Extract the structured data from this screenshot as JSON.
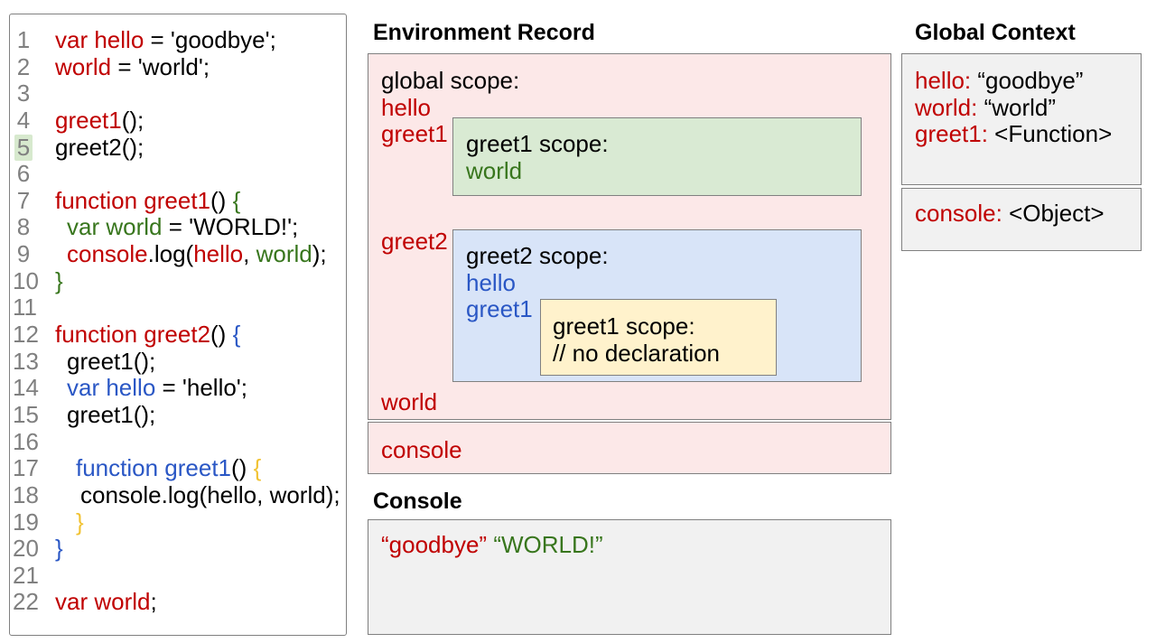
{
  "colors": {
    "red": "#c00000",
    "green": "#38761d",
    "blue": "#2a57c5",
    "yellow": "#f1c232",
    "gray": "#808080",
    "border": "#808080",
    "pink_bg": "#fce8e8",
    "green_bg": "#d9ead3",
    "blue_bg": "#d8e4f8",
    "yellow_bg": "#fff2cc",
    "gray_bg": "#f1f1f1",
    "highlight_bg": "#d7e9ce"
  },
  "code_editor": {
    "highlighted_line": "5",
    "lines": [
      {
        "n": "1",
        "indent": 0,
        "segments": [
          {
            "color": "red",
            "text": "var hello"
          },
          {
            "color": "black",
            "text": " = 'goodbye';"
          }
        ]
      },
      {
        "n": "2",
        "indent": 0,
        "segments": [
          {
            "color": "red",
            "text": "world"
          },
          {
            "color": "black",
            "text": " = 'world';"
          }
        ]
      },
      {
        "n": "3",
        "indent": 0,
        "segments": []
      },
      {
        "n": "4",
        "indent": 0,
        "segments": [
          {
            "color": "red",
            "text": "greet1"
          },
          {
            "color": "black",
            "text": "();"
          }
        ]
      },
      {
        "n": "5",
        "indent": 0,
        "segments": [
          {
            "color": "black",
            "text": "greet2();"
          }
        ]
      },
      {
        "n": "6",
        "indent": 0,
        "segments": []
      },
      {
        "n": "7",
        "indent": 0,
        "segments": [
          {
            "color": "red",
            "text": "function greet1"
          },
          {
            "color": "black",
            "text": "() "
          },
          {
            "color": "green",
            "text": "{"
          }
        ]
      },
      {
        "n": "8",
        "indent": 1,
        "segments": [
          {
            "color": "green",
            "text": "var world"
          },
          {
            "color": "black",
            "text": " = 'WORLD!';"
          }
        ]
      },
      {
        "n": "9",
        "indent": 1,
        "segments": [
          {
            "color": "red",
            "text": "console"
          },
          {
            "color": "black",
            "text": ".log("
          },
          {
            "color": "red",
            "text": "hello"
          },
          {
            "color": "black",
            "text": ", "
          },
          {
            "color": "green",
            "text": "world"
          },
          {
            "color": "black",
            "text": ");"
          }
        ]
      },
      {
        "n": "10",
        "indent": 0,
        "segments": [
          {
            "color": "green",
            "text": "}"
          }
        ]
      },
      {
        "n": "11",
        "indent": 0,
        "segments": []
      },
      {
        "n": "12",
        "indent": 0,
        "segments": [
          {
            "color": "red",
            "text": "function greet2"
          },
          {
            "color": "black",
            "text": "() "
          },
          {
            "color": "blue",
            "text": "{"
          }
        ]
      },
      {
        "n": "13",
        "indent": 1,
        "segments": [
          {
            "color": "black",
            "text": "greet1();"
          }
        ]
      },
      {
        "n": "14",
        "indent": 1,
        "segments": [
          {
            "color": "blue",
            "text": "var hello"
          },
          {
            "color": "black",
            "text": " = 'hello';"
          }
        ]
      },
      {
        "n": "15",
        "indent": 1,
        "segments": [
          {
            "color": "black",
            "text": "greet1();"
          }
        ]
      },
      {
        "n": "16",
        "indent": 0,
        "segments": []
      },
      {
        "n": "17",
        "indent": 2,
        "segments": [
          {
            "color": "blue",
            "text": "function greet1"
          },
          {
            "color": "black",
            "text": "() "
          },
          {
            "color": "yellow",
            "text": "{"
          }
        ]
      },
      {
        "n": "18",
        "indent": 3,
        "segments": [
          {
            "color": "black",
            "text": "console.log(hello, world);"
          }
        ]
      },
      {
        "n": "19",
        "indent": 2,
        "segments": [
          {
            "color": "yellow",
            "text": "}"
          }
        ]
      },
      {
        "n": "20",
        "indent": 0,
        "segments": [
          {
            "color": "blue",
            "text": "}"
          }
        ]
      },
      {
        "n": "21",
        "indent": 0,
        "segments": []
      },
      {
        "n": "22",
        "indent": 0,
        "segments": [
          {
            "color": "red",
            "text": "var world"
          },
          {
            "color": "black",
            "text": ";"
          }
        ]
      }
    ]
  },
  "environment_record": {
    "title": "Environment Record",
    "global_scope": {
      "rows": [
        {
          "text": "global scope:",
          "color": "black"
        },
        {
          "text": "hello",
          "color": "red"
        },
        {
          "text": "greet1",
          "color": "red"
        },
        {
          "text": "",
          "color": "black"
        },
        {
          "text": "",
          "color": "black"
        },
        {
          "text": "",
          "color": "black"
        },
        {
          "text": "greet2",
          "color": "red"
        },
        {
          "text": "",
          "color": "black"
        },
        {
          "text": "",
          "color": "black"
        },
        {
          "text": "",
          "color": "black"
        },
        {
          "text": "",
          "color": "black"
        },
        {
          "text": "",
          "color": "black"
        },
        {
          "text": "world",
          "color": "red"
        }
      ]
    },
    "greet1_scope": {
      "heading": "greet1 scope:",
      "entries": [
        {
          "text": "world",
          "color": "green"
        }
      ]
    },
    "greet2_scope": {
      "heading": "greet2 scope:",
      "entries": [
        {
          "text": "hello",
          "color": "blue"
        },
        {
          "text": "greet1",
          "color": "blue"
        }
      ]
    },
    "inner_greet1_scope": {
      "heading": "greet1 scope:",
      "comment": "// no declaration"
    },
    "console_row": {
      "text": "console",
      "color": "red"
    }
  },
  "global_context": {
    "title": "Global Context",
    "variables": [
      {
        "name": "hello:",
        "value": " “goodbye”"
      },
      {
        "name": "world:",
        "value": " “world”"
      },
      {
        "name": "greet1:",
        "value": " <Function>"
      }
    ],
    "builtins": [
      {
        "name": "console:",
        "value": " <Object>"
      }
    ]
  },
  "console_panel": {
    "title": "Console",
    "output": [
      {
        "text": "“goodbye”",
        "color": "red"
      },
      {
        "text": " ",
        "color": "black"
      },
      {
        "text": "“WORLD!”",
        "color": "green"
      }
    ]
  }
}
